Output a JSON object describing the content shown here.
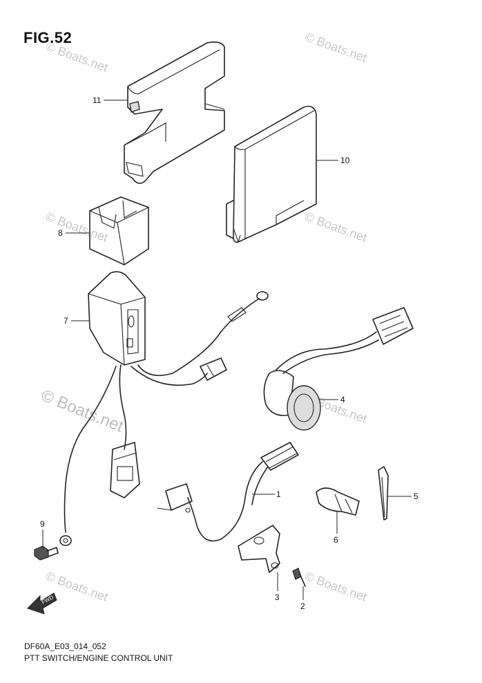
{
  "figure": {
    "title": "FIG.52",
    "code": "DF60A_E03_014_052",
    "caption": "PTT SWITCH/ENGINE CONTROL UNIT"
  },
  "watermark": "© Boats.net",
  "forward_badge": "FWD",
  "callouts": {
    "c1": "1",
    "c2": "2",
    "c3": "3",
    "c4": "4",
    "c5": "5",
    "c6": "6",
    "c7": "7",
    "c8": "8",
    "c9": "9",
    "c10": "10",
    "c11": "11"
  }
}
